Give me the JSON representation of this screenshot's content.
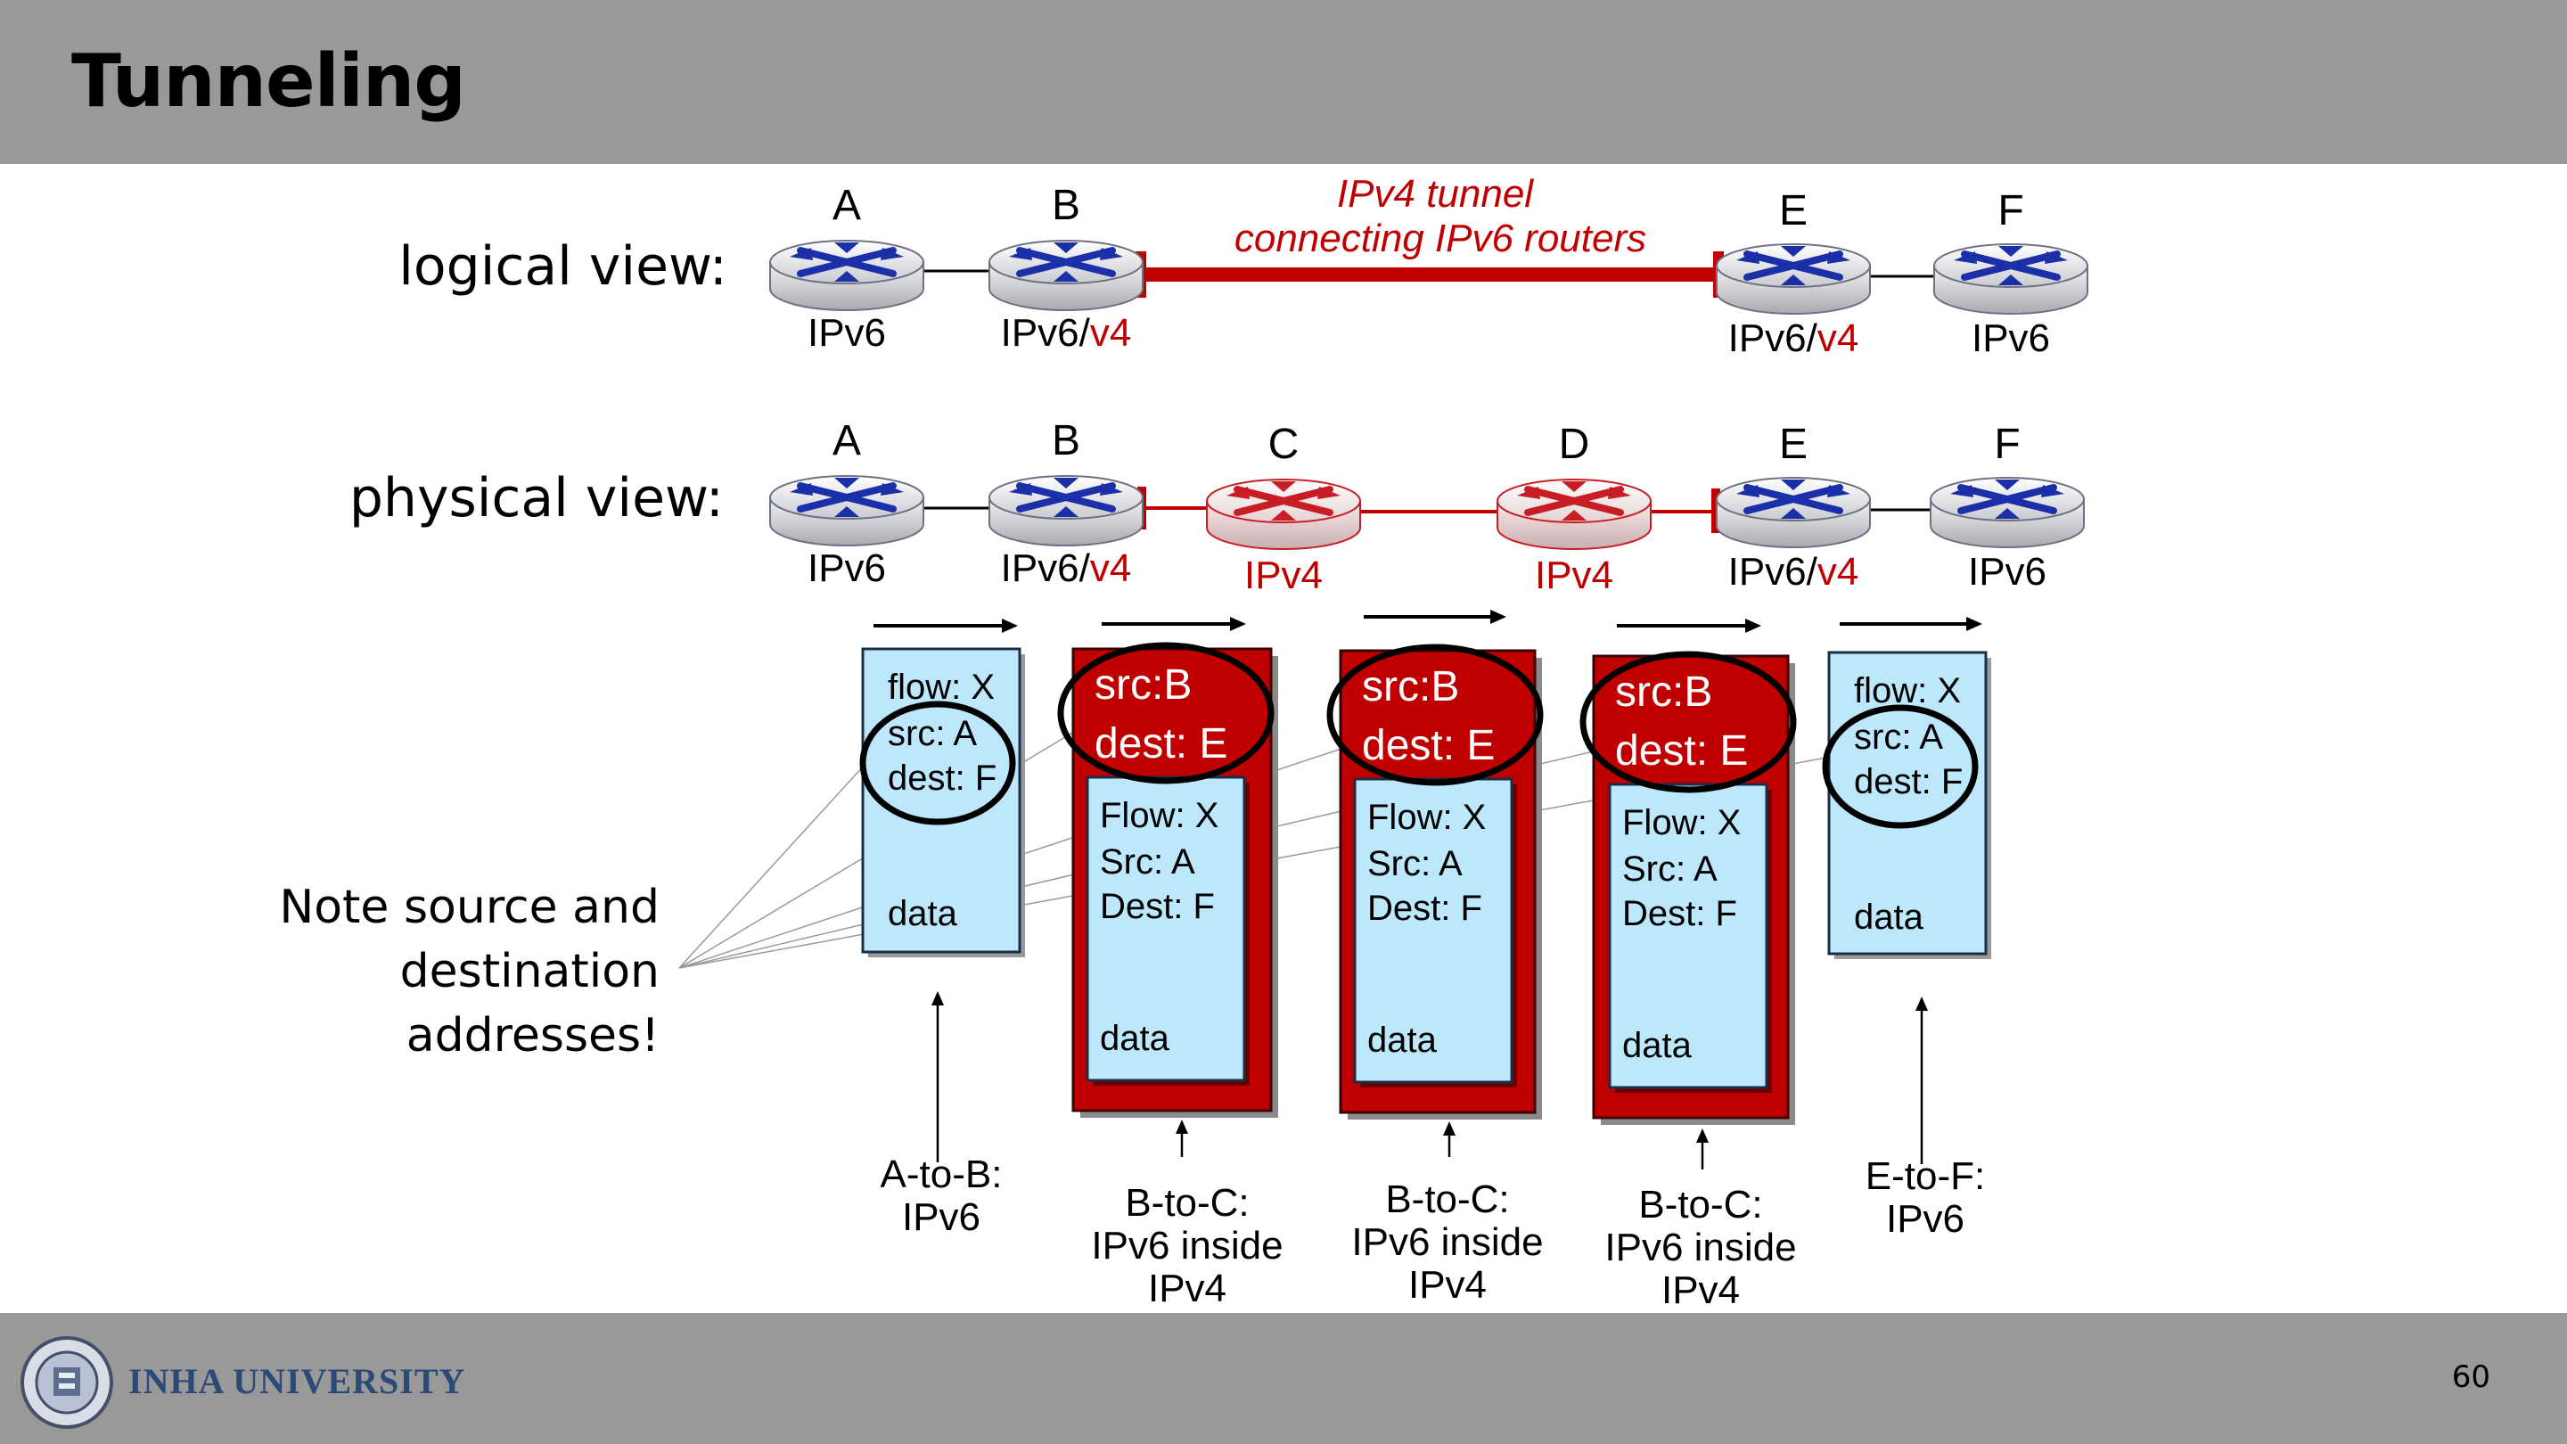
{
  "slide": {
    "title": "Tunneling",
    "page_number": "60",
    "university": "INHA UNIVERSITY"
  },
  "colors": {
    "router_blue": "#1a2fa8",
    "router_red": "#c81d25",
    "tunnel_red": "#c00000",
    "packet_blue": "#bde7fb",
    "packet_red": "#c00000"
  },
  "logical": {
    "label": "logical view:",
    "tunnel_caption_line1": "IPv4 tunnel",
    "tunnel_caption_line2": "connecting IPv6 routers",
    "routers": [
      {
        "name": "A",
        "type": "IPv6"
      },
      {
        "name": "B",
        "type": "IPv6/",
        "type_red": "v4"
      },
      {
        "name": "E",
        "type": "IPv6/",
        "type_red": "v4"
      },
      {
        "name": "F",
        "type": "IPv6"
      }
    ]
  },
  "physical": {
    "label": "physical view:",
    "routers": [
      {
        "name": "A",
        "type": "IPv6"
      },
      {
        "name": "B",
        "type": "IPv6/",
        "type_red": "v4"
      },
      {
        "name": "C",
        "type": "IPv4"
      },
      {
        "name": "D",
        "type": "IPv4"
      },
      {
        "name": "E",
        "type": "IPv6/",
        "type_red": "v4"
      },
      {
        "name": "F",
        "type": "IPv6"
      }
    ]
  },
  "packets": [
    {
      "kind": "ipv6",
      "flow": "flow: X",
      "src": "src: A",
      "dest": "dest: F",
      "data": "data",
      "caption_line1": "A-to-B:",
      "caption_line2": "IPv6"
    },
    {
      "kind": "tunnel",
      "outer_src": "src:B",
      "outer_dest": "dest: E",
      "flow": "Flow: X",
      "src": "Src: A",
      "dest": "Dest: F",
      "data": "data",
      "caption_line1": "B-to-C:",
      "caption_line2": "IPv6 inside",
      "caption_line3": "IPv4"
    },
    {
      "kind": "tunnel",
      "outer_src": "src:B",
      "outer_dest": "dest: E",
      "flow": "Flow: X",
      "src": "Src: A",
      "dest": "Dest: F",
      "data": "data",
      "caption_line1": "B-to-C:",
      "caption_line2": "IPv6 inside",
      "caption_line3": "IPv4"
    },
    {
      "kind": "tunnel",
      "outer_src": "src:B",
      "outer_dest": "dest: E",
      "flow": "Flow: X",
      "src": "Src: A",
      "dest": "Dest: F",
      "data": "data",
      "caption_line1": "B-to-C:",
      "caption_line2": "IPv6 inside",
      "caption_line3": "IPv4"
    },
    {
      "kind": "ipv6",
      "flow": "flow: X",
      "src": "src: A",
      "dest": "dest: F",
      "data": "data",
      "caption_line1": "E-to-F:",
      "caption_line2": "IPv6"
    }
  ],
  "note": {
    "line1": "Note source and",
    "line2": "destination",
    "line3": "addresses!"
  }
}
